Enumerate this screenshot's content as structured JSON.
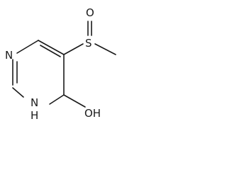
{
  "molecule": {
    "atoms": {
      "n_top": "N",
      "n_bottom": "N",
      "h_bottom": "H",
      "o_hydroxyl": "OH",
      "s_sulfinyl": "S",
      "o_sulfinyl": "O"
    }
  }
}
